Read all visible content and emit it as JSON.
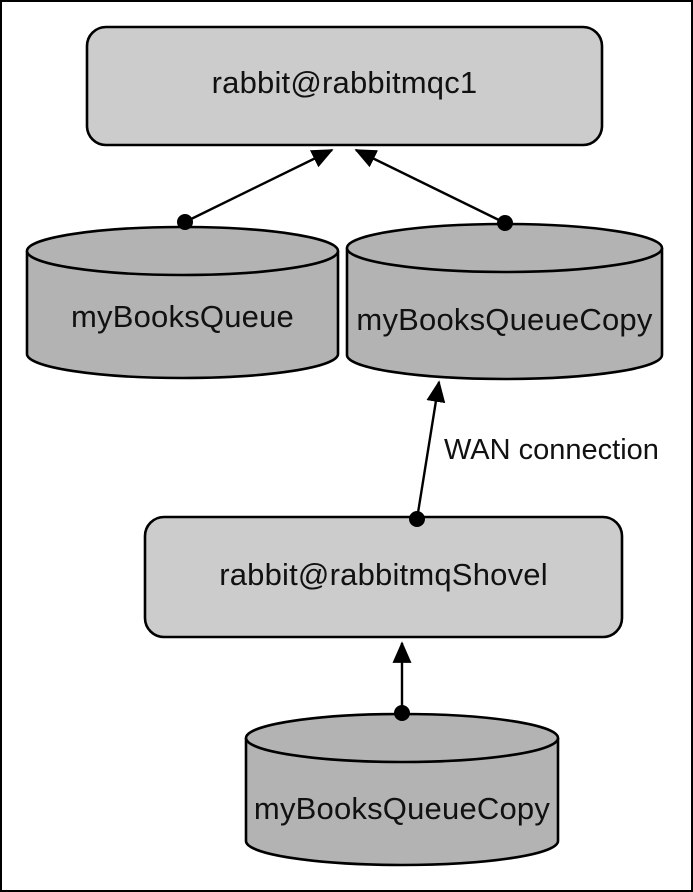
{
  "diagram": {
    "description": "RabbitMQ shovel over WAN topology diagram",
    "nodes": {
      "cluster": {
        "label": "rabbit@rabbitmqc1",
        "shape": "rounded-box"
      },
      "queue_left": {
        "label": "myBooksQueue",
        "shape": "cylinder"
      },
      "queue_right": {
        "label": "myBooksQueueCopy",
        "shape": "cylinder"
      },
      "shovel": {
        "label": "rabbit@rabbitmqShovel",
        "shape": "rounded-box"
      },
      "queue_bottom": {
        "label": "myBooksQueueCopy",
        "shape": "cylinder"
      }
    },
    "edges": {
      "left_queue_to_cluster": {
        "from": "queue_left",
        "to": "cluster",
        "label": ""
      },
      "right_queue_to_cluster": {
        "from": "queue_right",
        "to": "cluster",
        "label": ""
      },
      "shovel_to_right_queue": {
        "from": "shovel",
        "to": "queue_right",
        "label": "WAN connection"
      },
      "bottom_queue_to_shovel": {
        "from": "queue_bottom",
        "to": "shovel",
        "label": ""
      }
    },
    "colors": {
      "box_fill": "#cccccc",
      "cylinder_fill": "#b3b3b3",
      "stroke": "#000000",
      "background": "#ffffff"
    }
  }
}
